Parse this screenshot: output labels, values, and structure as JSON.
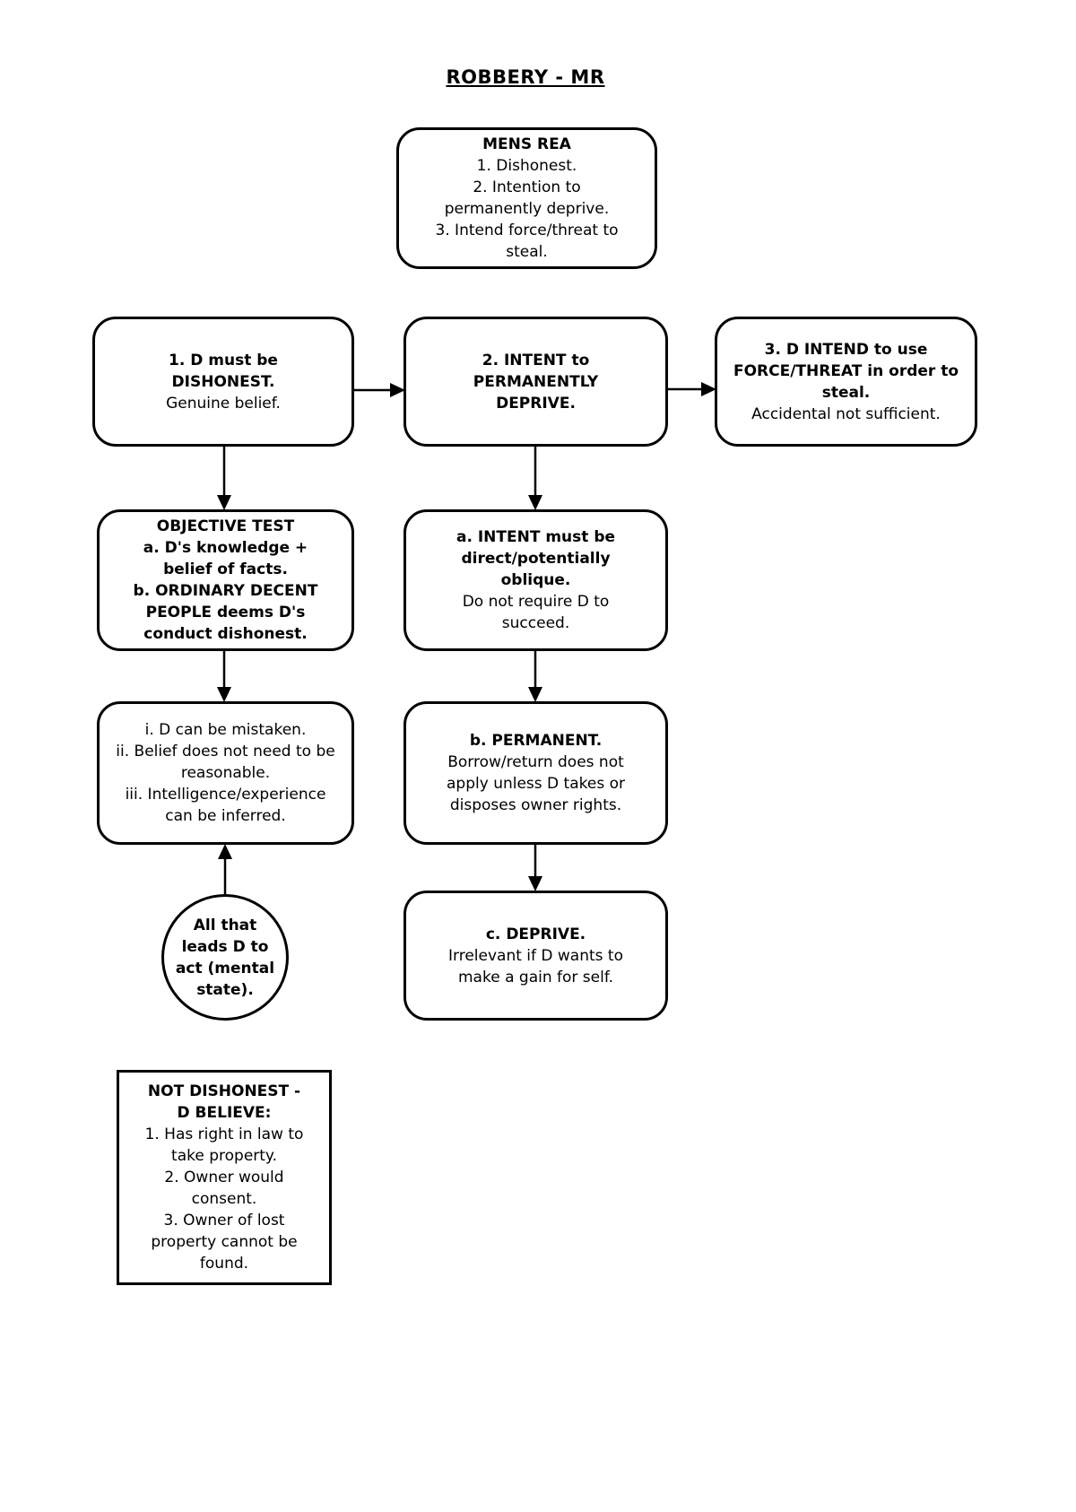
{
  "title": "ROBBERY - MR",
  "nodes": {
    "mens_rea": {
      "heading": "MENS REA",
      "items": [
        "1. Dishonest.",
        "2. Intention to permanently deprive.",
        "3. Intend force/threat to steal."
      ]
    },
    "dishonest": {
      "bold": "1. D must be DISHONEST.",
      "normal": "Genuine belief."
    },
    "intent": {
      "bold": "2. INTENT to PERMANENTLY DEPRIVE."
    },
    "force_threat": {
      "bold": "3. D INTEND to use FORCE/THREAT in order to steal.",
      "normal": "Accidental not sufficient."
    },
    "objective_test": {
      "heading": "OBJECTIVE TEST",
      "items": [
        "a. D's knowledge + belief of facts.",
        "b. ORDINARY DECENT PEOPLE deems D's conduct dishonest."
      ]
    },
    "intent_direct": {
      "bold": "a. INTENT must be direct/potentially oblique.",
      "normal": "Do not require D to succeed."
    },
    "mistaken_belief": {
      "items": [
        "i. D can be mistaken.",
        "ii. Belief does not need to be reasonable.",
        "iii. Intelligence/experience can be inferred."
      ]
    },
    "permanent": {
      "bold": "b. PERMANENT.",
      "normal": "Borrow/return does not apply unless D takes or disposes owner rights."
    },
    "mental_state": {
      "bold": "All that leads D to act (mental state)."
    },
    "deprive": {
      "bold": "c. DEPRIVE.",
      "normal": "Irrelevant if D wants to make a gain for self."
    },
    "not_dishonest": {
      "heading": "NOT DISHONEST - D BELIEVE:",
      "items": [
        "1. Has right in law to take property.",
        "2. Owner would consent.",
        "3. Owner of lost property cannot be found."
      ]
    }
  },
  "colors": {
    "ink": "#000000",
    "paper": "#ffffff"
  }
}
